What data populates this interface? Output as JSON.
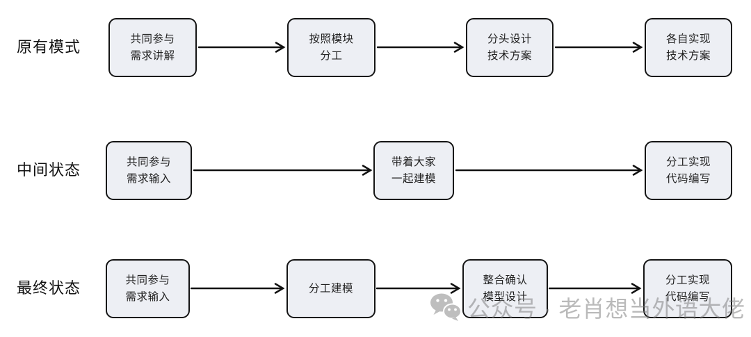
{
  "rows": [
    {
      "label": "原有模式",
      "boxes": [
        {
          "lines": [
            "共同参与",
            "需求讲解"
          ]
        },
        {
          "lines": [
            "按照模块",
            "分工"
          ]
        },
        {
          "lines": [
            "分头设计",
            "技术方案"
          ]
        },
        {
          "lines": [
            "各自实现",
            "技术方案"
          ]
        }
      ]
    },
    {
      "label": "中间状态",
      "boxes": [
        {
          "lines": [
            "共同参与",
            "需求输入"
          ]
        },
        {
          "lines": [
            "带着大家",
            "一起建模"
          ]
        },
        {
          "lines": [
            "分工实现",
            "代码编写"
          ]
        }
      ]
    },
    {
      "label": "最终状态",
      "boxes": [
        {
          "lines": [
            "共同参与",
            "需求输入"
          ]
        },
        {
          "lines": [
            "分工建模"
          ]
        },
        {
          "lines": [
            "整合确认",
            "模型设计"
          ]
        },
        {
          "lines": [
            "分工实现",
            "代码编写"
          ]
        }
      ]
    }
  ],
  "watermark": {
    "icon": "wechat-icon",
    "text": "公众号 · 老肖想当外语大佬"
  },
  "colors": {
    "box_fill": "#edeff4",
    "box_border": "#141414",
    "arrow": "#111111",
    "watermark_gray": "#7a7a7a"
  }
}
